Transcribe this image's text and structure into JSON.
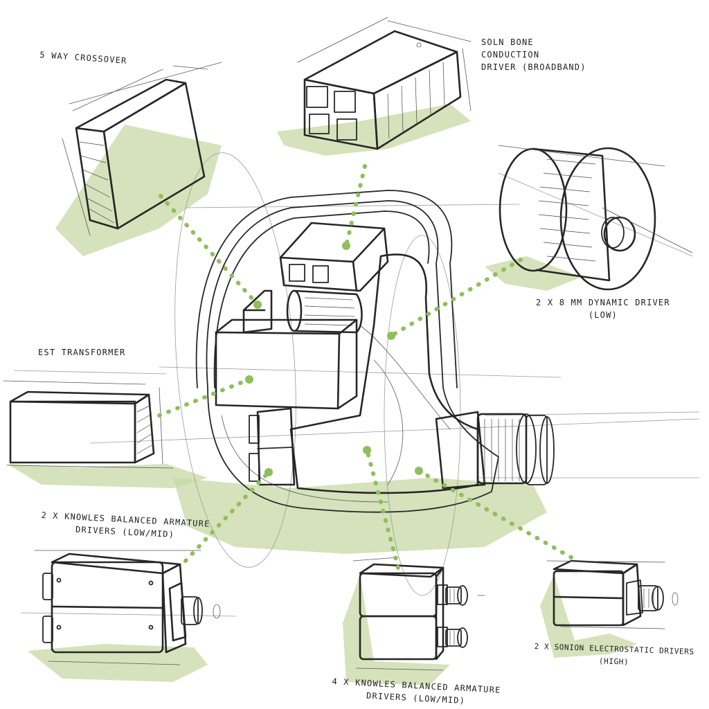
{
  "colors": {
    "ink": "#262626",
    "accent_green": "#8fbf5a",
    "wash_green": "#c7d8a4",
    "paper": "#ffffff"
  },
  "labels": {
    "crossover": "5 WAY CROSSOVER",
    "bone_conduction": [
      "SOLN BONE",
      "CONDUCTION",
      "DRIVER (BROADBAND)"
    ],
    "dynamic": [
      "2 X 8 MM DYNAMIC DRIVER",
      "(LOW)"
    ],
    "transformer": "EST TRANSFORMER",
    "knowles2": [
      "2 X KNOWLES BALANCED ARMATURE",
      "DRIVERS (LOW/MID)"
    ],
    "knowles4": [
      "4 X KNOWLES BALANCED ARMATURE",
      "DRIVERS (LOW/MID)"
    ],
    "electrostatic": [
      "2 X SONION ELECTROSTATIC DRIVERS",
      "(HIGH)"
    ]
  }
}
